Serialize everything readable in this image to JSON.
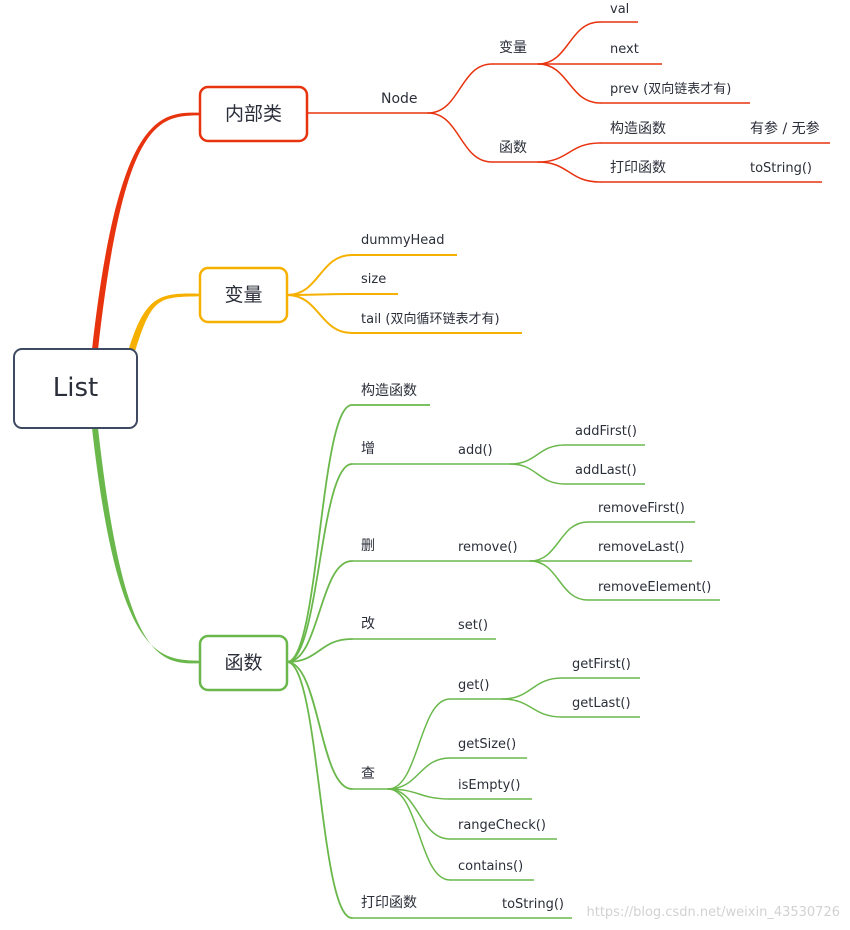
{
  "root": "List",
  "colors": {
    "red": "#e8330f",
    "yellow": "#f6b100",
    "green": "#6ab84b",
    "root_border": "#3e4a61"
  },
  "inner_class": {
    "label": "内部类",
    "node": "Node",
    "vars_label": "变量",
    "vars": [
      "val",
      "next",
      "prev (双向链表才有)"
    ],
    "funcs_label": "函数",
    "constructor": "构造函数",
    "constructor_detail": "有参 / 无参",
    "printer": "打印函数",
    "printer_detail": "toString()"
  },
  "variables": {
    "label": "变量",
    "items": [
      "dummyHead",
      "size",
      "tail (双向循环链表才有)"
    ]
  },
  "functions": {
    "label": "函数",
    "constructor": "构造函数",
    "add_label": "增",
    "add": "add()",
    "add_items": [
      "addFirst()",
      "addLast()"
    ],
    "remove_label": "删",
    "remove": "remove()",
    "remove_items": [
      "removeFirst()",
      "removeLast()",
      "removeElement()"
    ],
    "set_label": "改",
    "set": "set()",
    "query_label": "查",
    "get": "get()",
    "get_items": [
      "getFirst()",
      "getLast()"
    ],
    "query_items": [
      "getSize()",
      "isEmpty()",
      "rangeCheck()",
      "contains()"
    ],
    "print_label": "打印函数",
    "print": "toString()"
  },
  "watermark": "https://blog.csdn.net/weixin_43530726"
}
